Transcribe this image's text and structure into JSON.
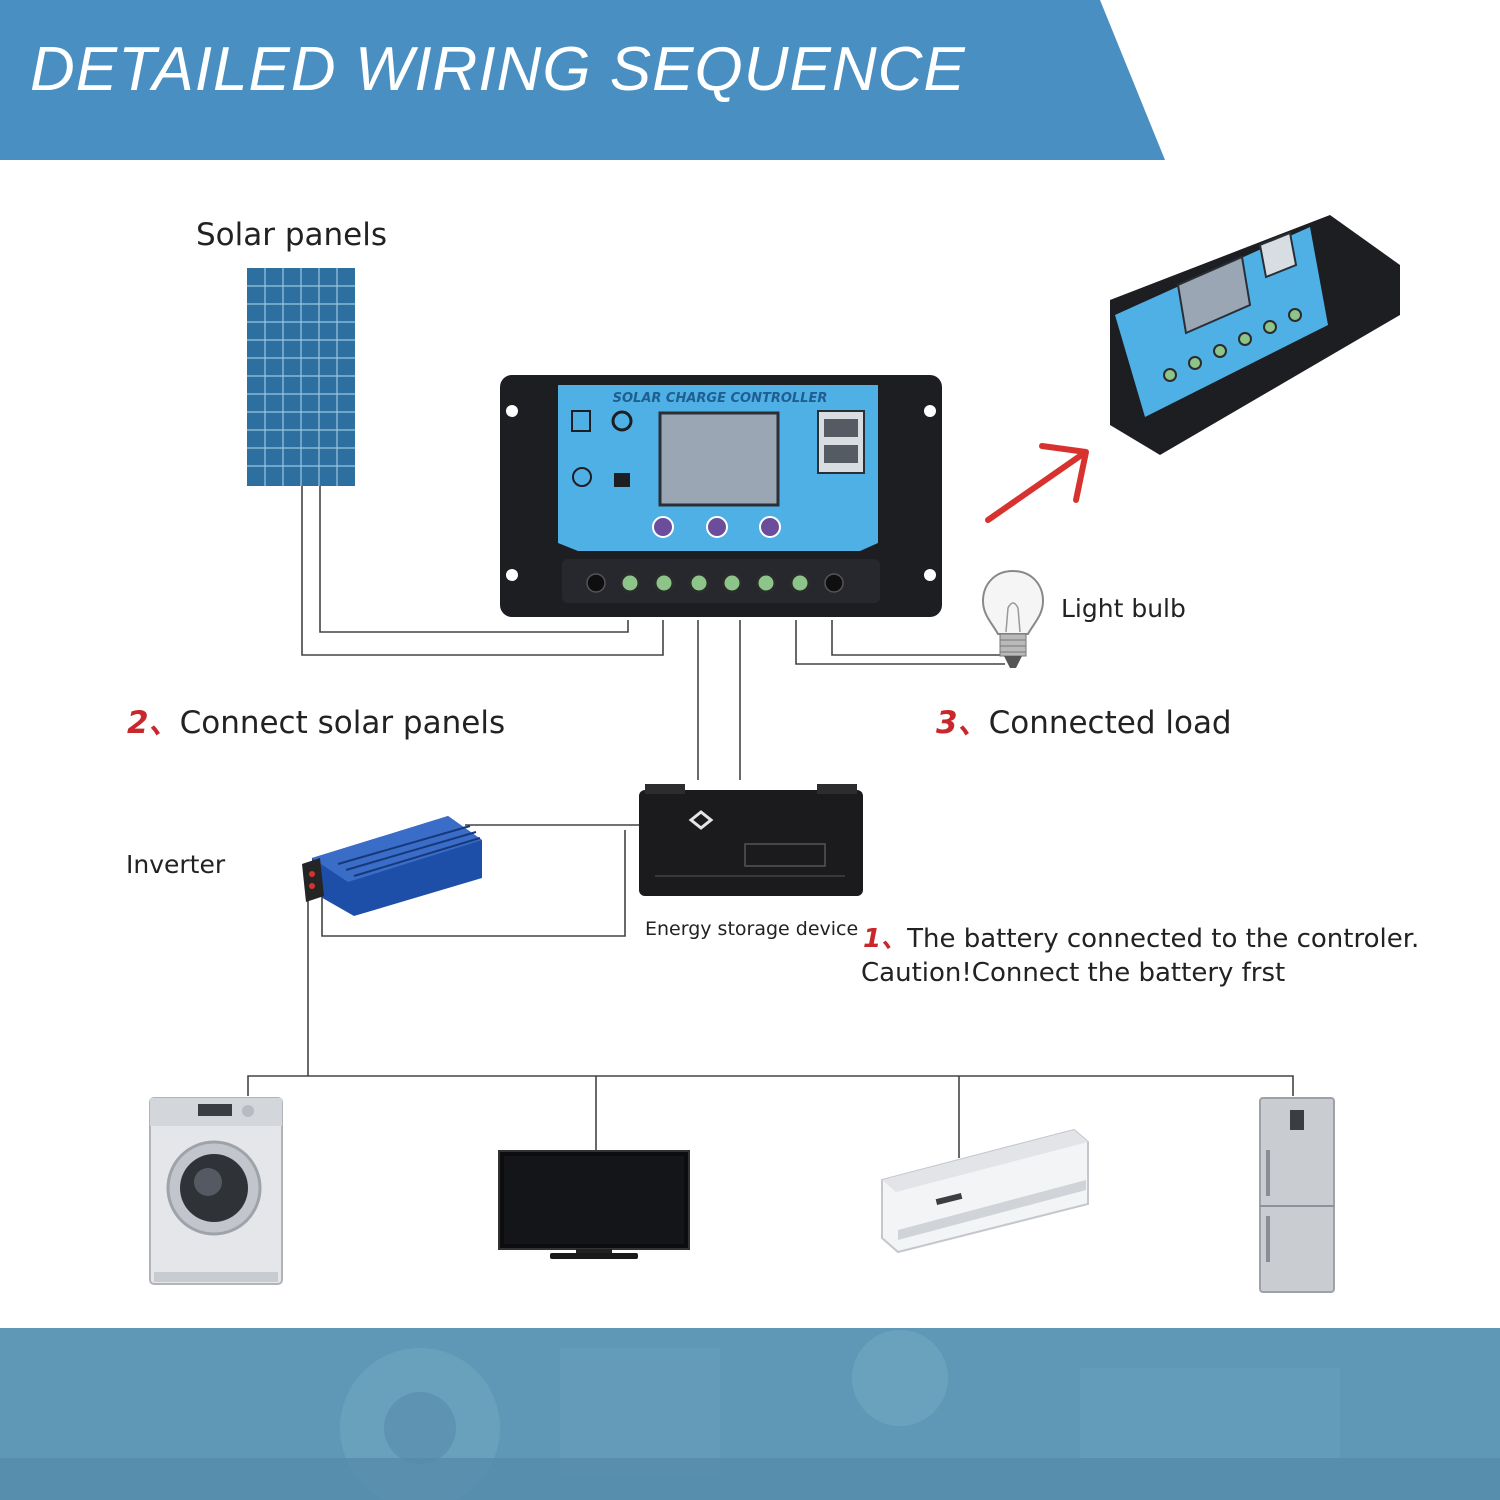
{
  "header": {
    "title": "DETAILED WIRING SEQUENCE"
  },
  "controller": {
    "face_text": "SOLAR CHARGE CONTROLLER"
  },
  "labels": {
    "solar_panels": "Solar panels",
    "light_bulb": "Light bulb",
    "inverter": "Inverter",
    "energy_storage": "Energy storage device"
  },
  "steps": {
    "step1": {
      "num": "1、",
      "text": "The battery connected to the controler.",
      "caption": "Caution!Connect the battery frst"
    },
    "step2": {
      "num": "2、",
      "text": "Connect solar panels"
    },
    "step3": {
      "num": "3、",
      "text": "Connected load"
    }
  },
  "colors": {
    "banner": "#4a8fc1",
    "controller_body": "#1d1e22",
    "controller_face": "#4fb0e6",
    "step_number": "#c8282c",
    "arrow": "#d8322e",
    "footer": "#5f98b7"
  }
}
